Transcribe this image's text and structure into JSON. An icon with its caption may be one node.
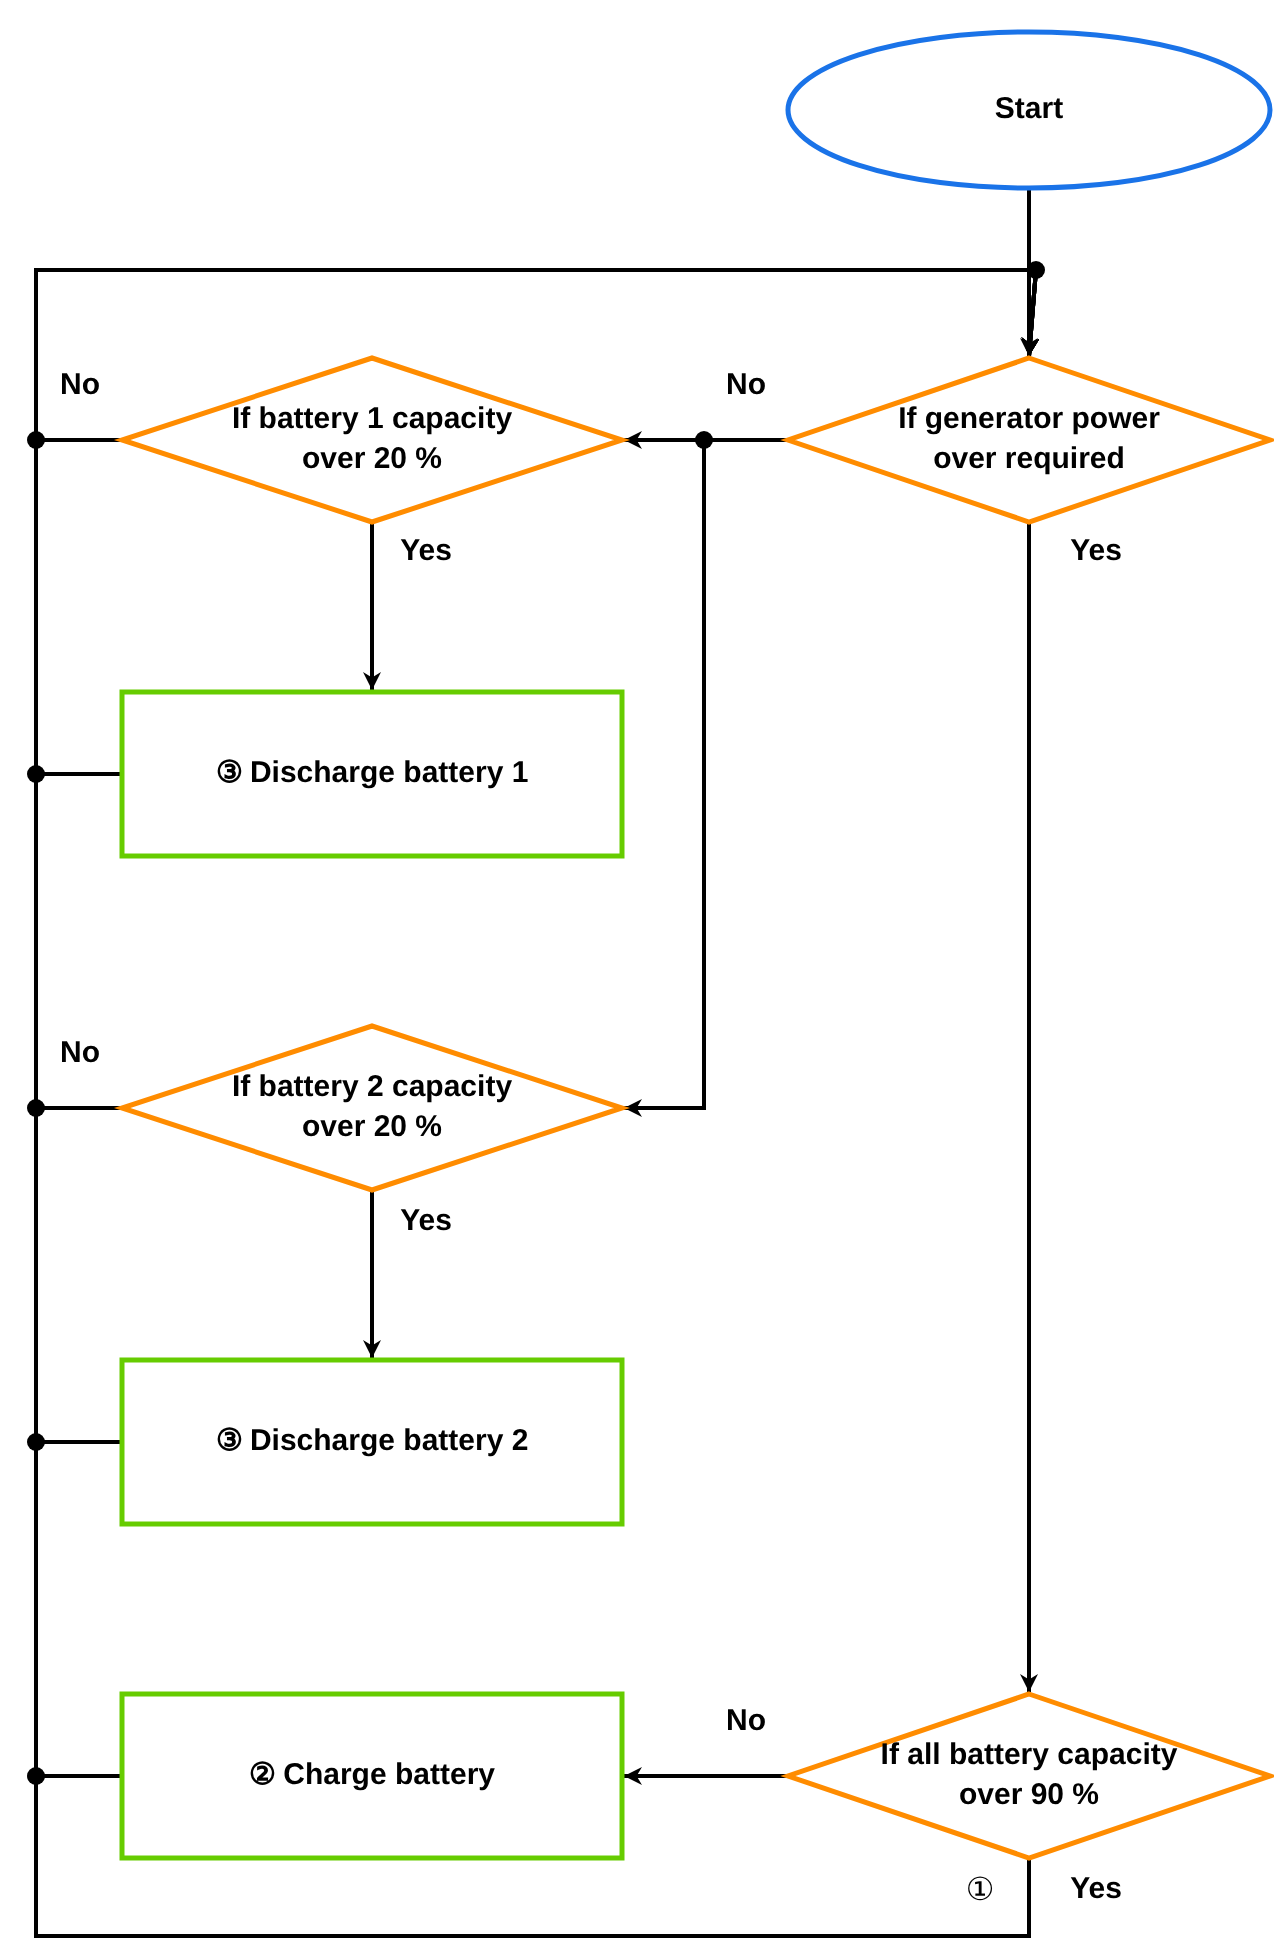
{
  "diagram": {
    "nodes": [
      {
        "text": [
          "Start"
        ]
      },
      {
        "text": [
          "If generator power over required"
        ]
      },
      {
        "text": [
          "If battery 1 capacity over 20 %"
        ]
      },
      {
        "text": [
          "③ Discharge battery 1"
        ]
      },
      {
        "text": [
          "If battery 2 capacity over 20 %"
        ]
      },
      {
        "text": [
          "③ Discharge battery 2"
        ]
      },
      {
        "text": [
          "If all battery capacity over 90 %"
        ]
      },
      {
        "text": [
          "② Charge battery"
        ]
      }
    ],
    "edges": [
      {
        "from": 0,
        "to": 1,
        "arrow": "to"
      },
      {
        "from": 1,
        "to": 2,
        "arrow": "to",
        "label": "No"
      },
      {
        "from": 1,
        "to": 4,
        "arrow": "to"
      },
      {
        "from": 2,
        "to": 3,
        "arrow": "to",
        "label": "Yes"
      },
      {
        "from": 4,
        "to": 5,
        "arrow": "to",
        "label": "Yes"
      },
      {
        "from": 1,
        "to": 6,
        "arrow": "to",
        "label": "Yes"
      },
      {
        "from": 6,
        "to": 7,
        "arrow": "to",
        "label": "No"
      },
      {
        "from": 2,
        "to": 1,
        "arrow": "to",
        "label": "No"
      },
      {
        "from": 3,
        "to": 1,
        "arrow": "to"
      },
      {
        "from": 4,
        "to": 1,
        "arrow": "to",
        "label": "No"
      },
      {
        "from": 5,
        "to": 1,
        "arrow": "to"
      },
      {
        "from": 7,
        "to": 1,
        "arrow": "to"
      },
      {
        "from": 6,
        "to": 1,
        "arrow": "to",
        "label": "Yes"
      }
    ],
    "labels": [
      "①"
    ]
  }
}
